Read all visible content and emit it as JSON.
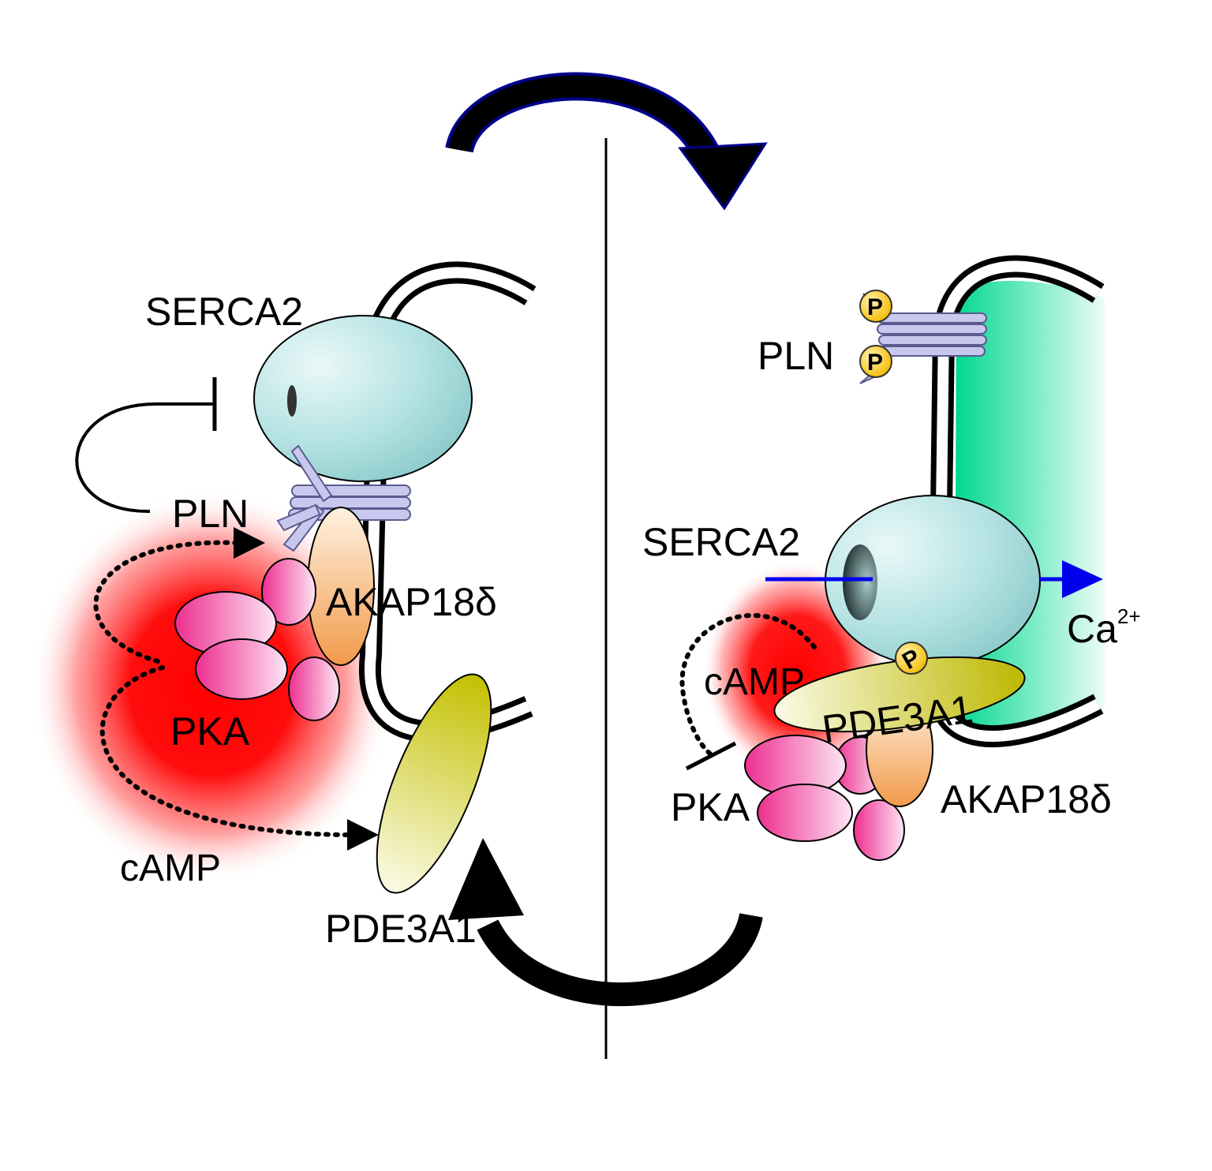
{
  "left_state": {
    "serca2": "SERCA2",
    "pln": "PLN",
    "akap": "AKAP18δ",
    "pka": "PKA",
    "camp": "cAMP",
    "pde": "PDE3A1"
  },
  "right_state": {
    "pln": "PLN",
    "phospho_1": "P",
    "phospho_2": "P",
    "serca2": "SERCA2",
    "calcium": "Ca",
    "calcium_charge": "2+",
    "camp": "cAMP",
    "phospho_pde": "P",
    "pde": "PDE3A1",
    "pka": "PKA",
    "akap": "AKAP18δ"
  },
  "colors": {
    "serca": "#a8dcdc",
    "pln": "#c8c8ee",
    "akap": "#f3a65c",
    "pka": "#ee3fa0",
    "pde": "#c4c000",
    "camp_cloud": "#ff0000",
    "sr_lumen": "#00d890",
    "phospho": "#f6c000",
    "calcium_arrow": "#0000ee",
    "cycle_arrow_edge": "#00008b"
  }
}
